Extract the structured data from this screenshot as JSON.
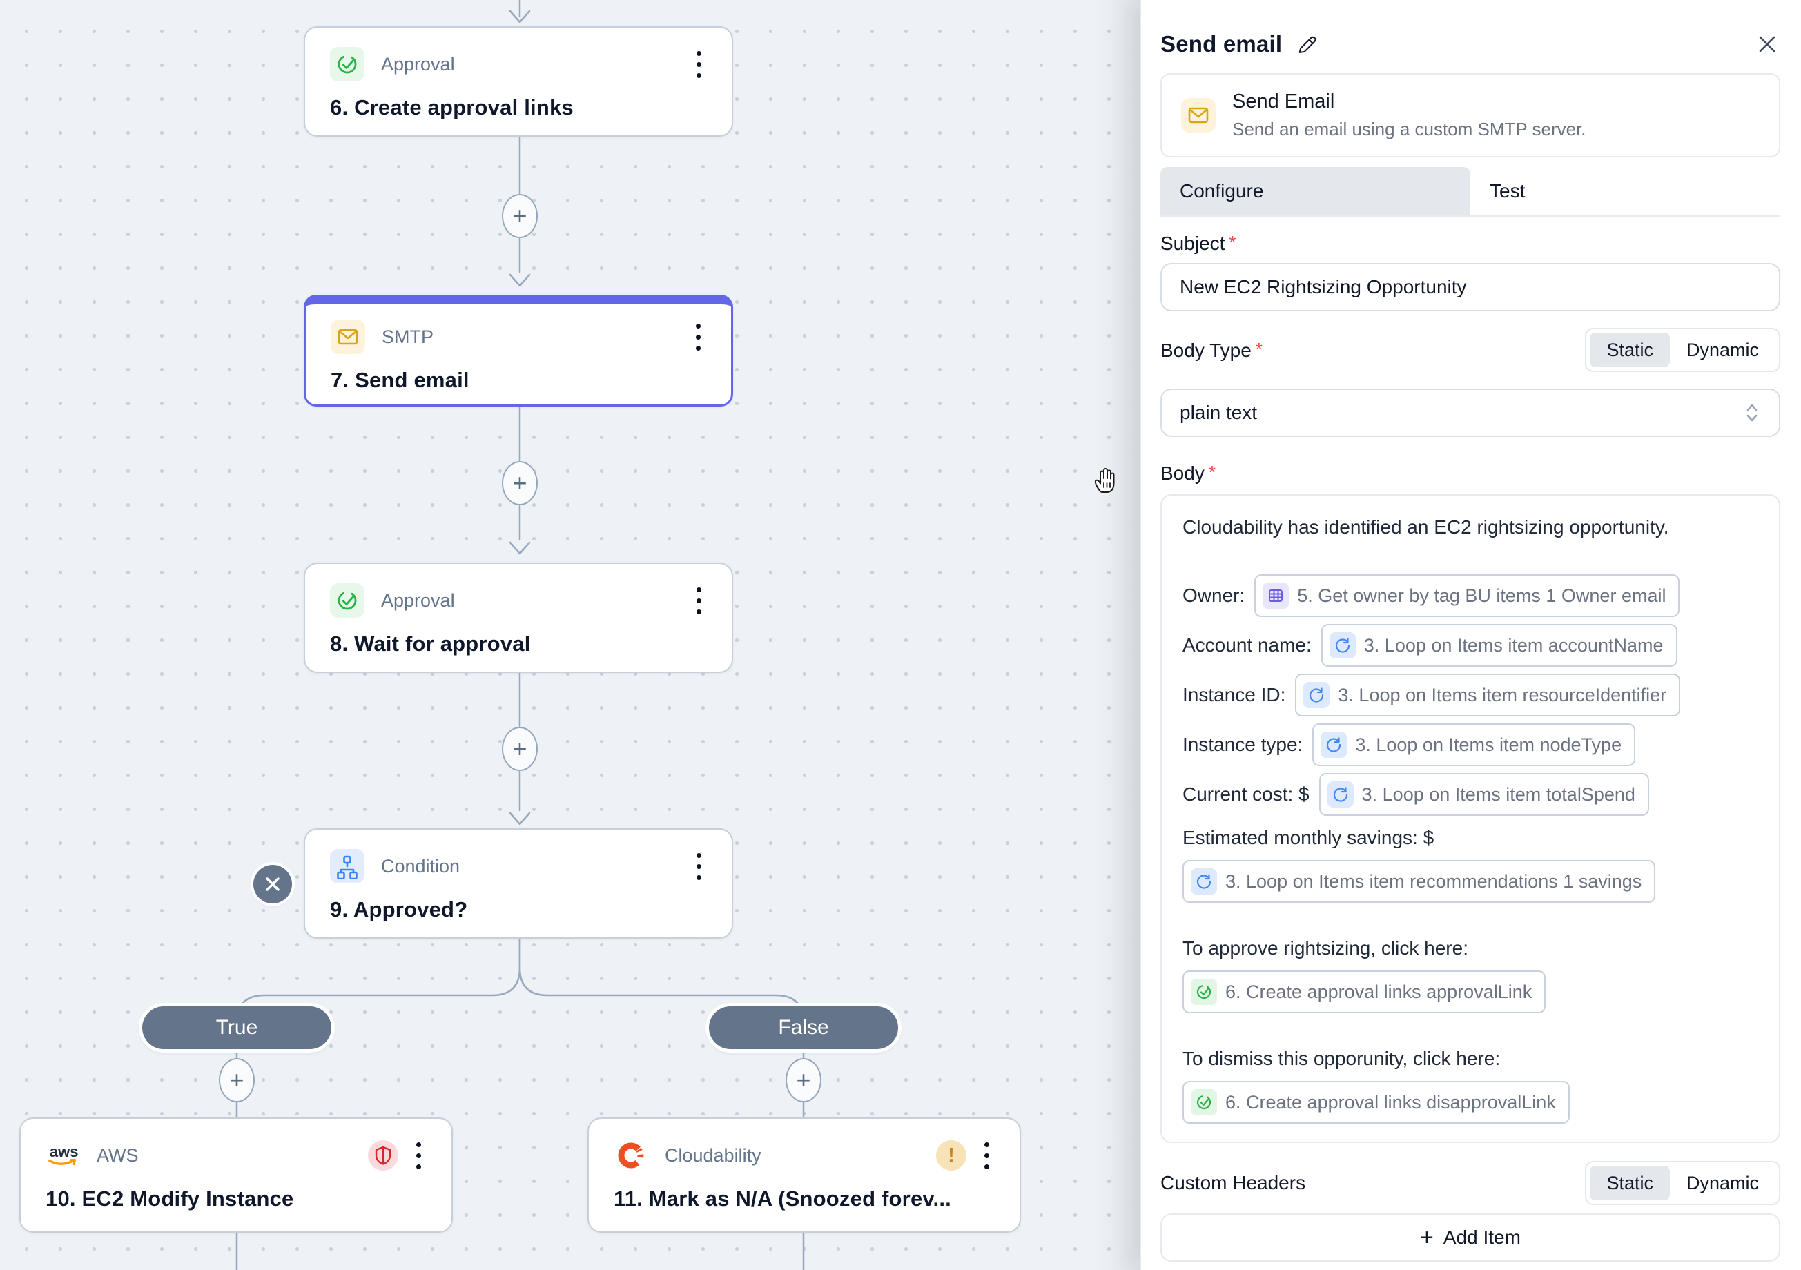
{
  "canvas": {
    "nodes": {
      "n6": {
        "type": "Approval",
        "title": "6. Create approval links"
      },
      "n7": {
        "type": "SMTP",
        "title": "7. Send email"
      },
      "n8": {
        "type": "Approval",
        "title": "8. Wait for approval"
      },
      "n9": {
        "type": "Condition",
        "title": "9. Approved?"
      },
      "n10": {
        "type": "AWS",
        "title": "10. EC2 Modify Instance"
      },
      "n11": {
        "type": "Cloudability",
        "title": "11. Mark as N/A (Snoozed forev..."
      }
    },
    "branches": {
      "true_label": "True",
      "false_label": "False"
    }
  },
  "panel": {
    "title": "Send email",
    "action_card": {
      "title": "Send Email",
      "description": "Send an email using a custom SMTP server."
    },
    "tabs": {
      "configure": "Configure",
      "test": "Test"
    },
    "subject": {
      "label": "Subject",
      "required": "*",
      "value": "New EC2 Rightsizing Opportunity"
    },
    "body_type": {
      "label": "Body Type",
      "required": "*",
      "static": "Static",
      "dynamic": "Dynamic",
      "value": "plain text"
    },
    "body": {
      "label": "Body",
      "required": "*",
      "intro": "Cloudability has identified an EC2 rightsizing opportunity.",
      "rows": [
        {
          "label": "Owner:",
          "chip": "5. Get owner by tag BU items 1 Owner email",
          "icon": "table-icon"
        },
        {
          "label": "Account name:",
          "chip": "3. Loop on Items item accountName",
          "icon": "loop-icon"
        },
        {
          "label": "Instance ID:",
          "chip": "3. Loop on Items item resourceIdentifier",
          "icon": "loop-icon"
        },
        {
          "label": "Instance type:",
          "chip": "3. Loop on Items item nodeType",
          "icon": "loop-icon"
        },
        {
          "label": "Current cost: $",
          "chip": "3. Loop on Items item totalSpend",
          "icon": "loop-icon"
        }
      ],
      "savings_label": "Estimated monthly savings: $",
      "savings_chip": "3. Loop on Items item recommendations 1 savings",
      "approve_label": "To approve rightsizing, click here:",
      "approve_chip": "6. Create approval links approvalLink",
      "dismiss_label": "To dismiss this opporunity, click here:",
      "dismiss_chip": "6. Create approval links disapprovalLink"
    },
    "custom_headers": {
      "label": "Custom Headers",
      "static": "Static",
      "dynamic": "Dynamic",
      "add_item": "Add Item"
    }
  },
  "icons": {
    "plus": "+",
    "exclamation": "!"
  },
  "colors": {
    "accent_indigo": "#6466e9",
    "slate_pill": "#64748b",
    "approval_green": "#26b544",
    "smtp_amber": "#d9a514",
    "condition_blue": "#3b82f6",
    "table_indigo": "#6a5be2",
    "loop_blue": "#4787f3",
    "chip_green": "#2fae47",
    "aws_orange": "#ff9900",
    "shield_red": "#dc2626",
    "warning_amber": "#c8851c",
    "cloudability_orange": "#f04e23"
  }
}
